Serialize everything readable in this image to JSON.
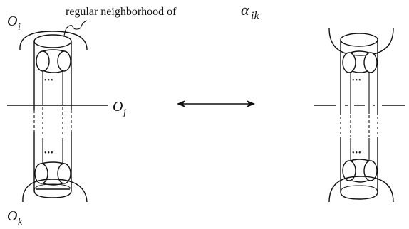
{
  "caption": {
    "prefix": "regular neighborhood of ",
    "symbol": "α",
    "subscript": "ik"
  },
  "labels": {
    "Oi": {
      "base": "O",
      "sub": "i"
    },
    "Oj": {
      "base": "O",
      "sub": "j"
    },
    "Ok": {
      "base": "O",
      "sub": "k"
    }
  },
  "dots": "•••",
  "colors": {
    "ink": "#111111",
    "background": "#ffffff"
  },
  "arrow": {
    "type": "double-headed"
  }
}
